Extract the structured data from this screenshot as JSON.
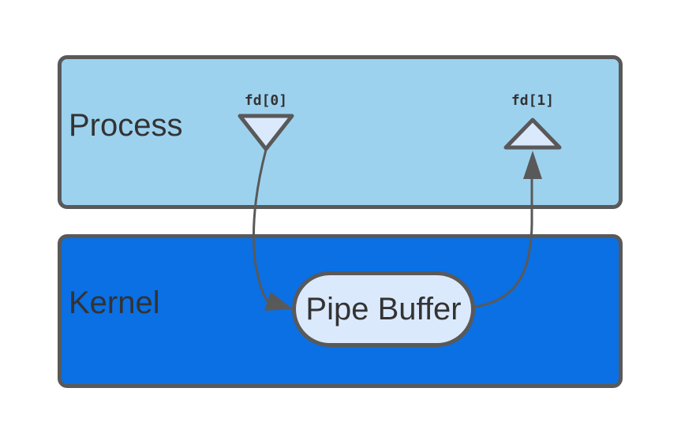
{
  "diagram": {
    "boxes": {
      "process": {
        "label": "Process",
        "fill": "#9dd2ef"
      },
      "kernel": {
        "label": "Kernel",
        "fill": "#0a70e4"
      }
    },
    "nodes": {
      "pipe_buffer": {
        "label": "Pipe Buffer",
        "fill": "#dbe9fd"
      },
      "fd0": {
        "label": "fd[0]",
        "shape": "triangle-down"
      },
      "fd1": {
        "label": "fd[1]",
        "shape": "triangle-up"
      }
    },
    "connectors": [
      {
        "name": "fd0-to-pipe-buffer",
        "from": "fd[0]",
        "to": "Pipe Buffer"
      },
      {
        "name": "pipe-buffer-to-fd1",
        "from": "Pipe Buffer",
        "to": "fd[1]"
      }
    ],
    "colors": {
      "border": "#595959",
      "arrow": "#595959",
      "text": "#333333",
      "background": "#ffffff"
    }
  }
}
